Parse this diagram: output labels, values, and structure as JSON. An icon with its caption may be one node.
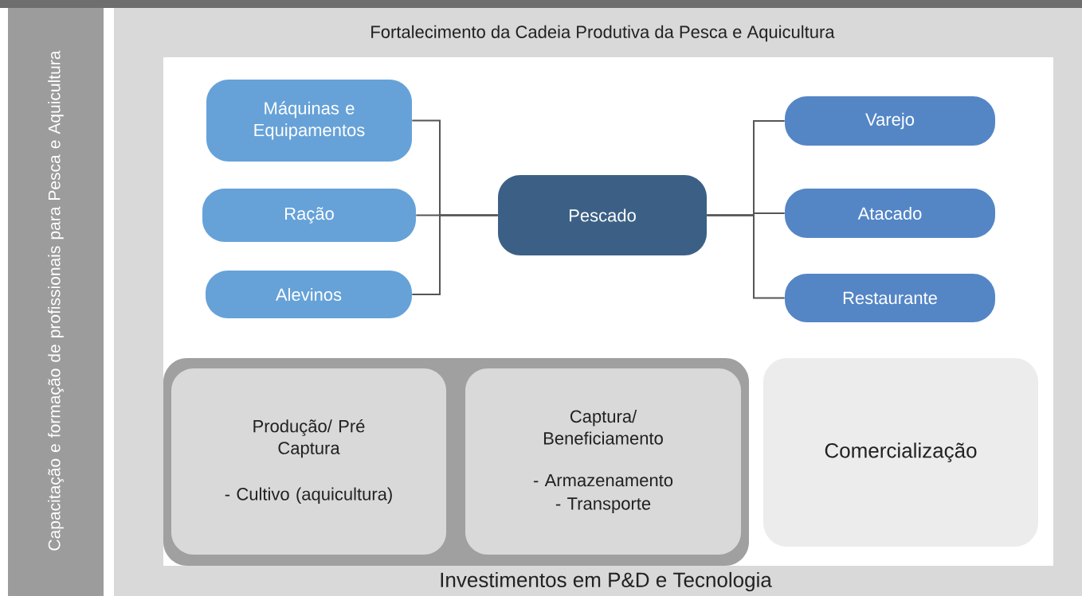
{
  "diagram": {
    "nodes": [
      {
        "text": [
          "Capacitação e formação de profissionais para Pesca e Aquicultura"
        ]
      },
      {
        "text": [
          "Fortalecimento da Cadeia Produtiva da Pesca e Aquicultura",
          "Investimentos em P&D e Tecnologia"
        ]
      },
      {
        "text": [
          "Máquinas e Equipamentos"
        ],
        "in": 1
      },
      {
        "text": [
          "Ração"
        ],
        "in": 1
      },
      {
        "text": [
          "Alevinos"
        ],
        "in": 1
      },
      {
        "text": [
          "Pescado"
        ],
        "in": 1
      },
      {
        "text": [
          "Varejo"
        ],
        "in": 1
      },
      {
        "text": [
          "Atacado"
        ],
        "in": 1
      },
      {
        "text": [
          "Restaurante"
        ],
        "in": 1
      },
      {
        "text": [],
        "shape": "box",
        "in": 1
      },
      {
        "text": [
          "Produção/ Pré Captura",
          "- Cultivo (aquicultura)"
        ],
        "in": 9
      },
      {
        "text": [
          "Captura/ Beneficiamento",
          "- Armazenamento",
          "- Transporte"
        ],
        "in": 9
      },
      {
        "text": [
          "Comercialização"
        ],
        "in": 1
      }
    ],
    "edges": [
      {
        "from": 2,
        "to": 5,
        "arrow": "none"
      },
      {
        "from": 3,
        "to": 5,
        "arrow": "none"
      },
      {
        "from": 4,
        "to": 5,
        "arrow": "none"
      },
      {
        "from": 5,
        "to": 6,
        "arrow": "none"
      },
      {
        "from": 5,
        "to": 7,
        "arrow": "none"
      },
      {
        "from": 5,
        "to": 8,
        "arrow": "none"
      }
    ]
  }
}
